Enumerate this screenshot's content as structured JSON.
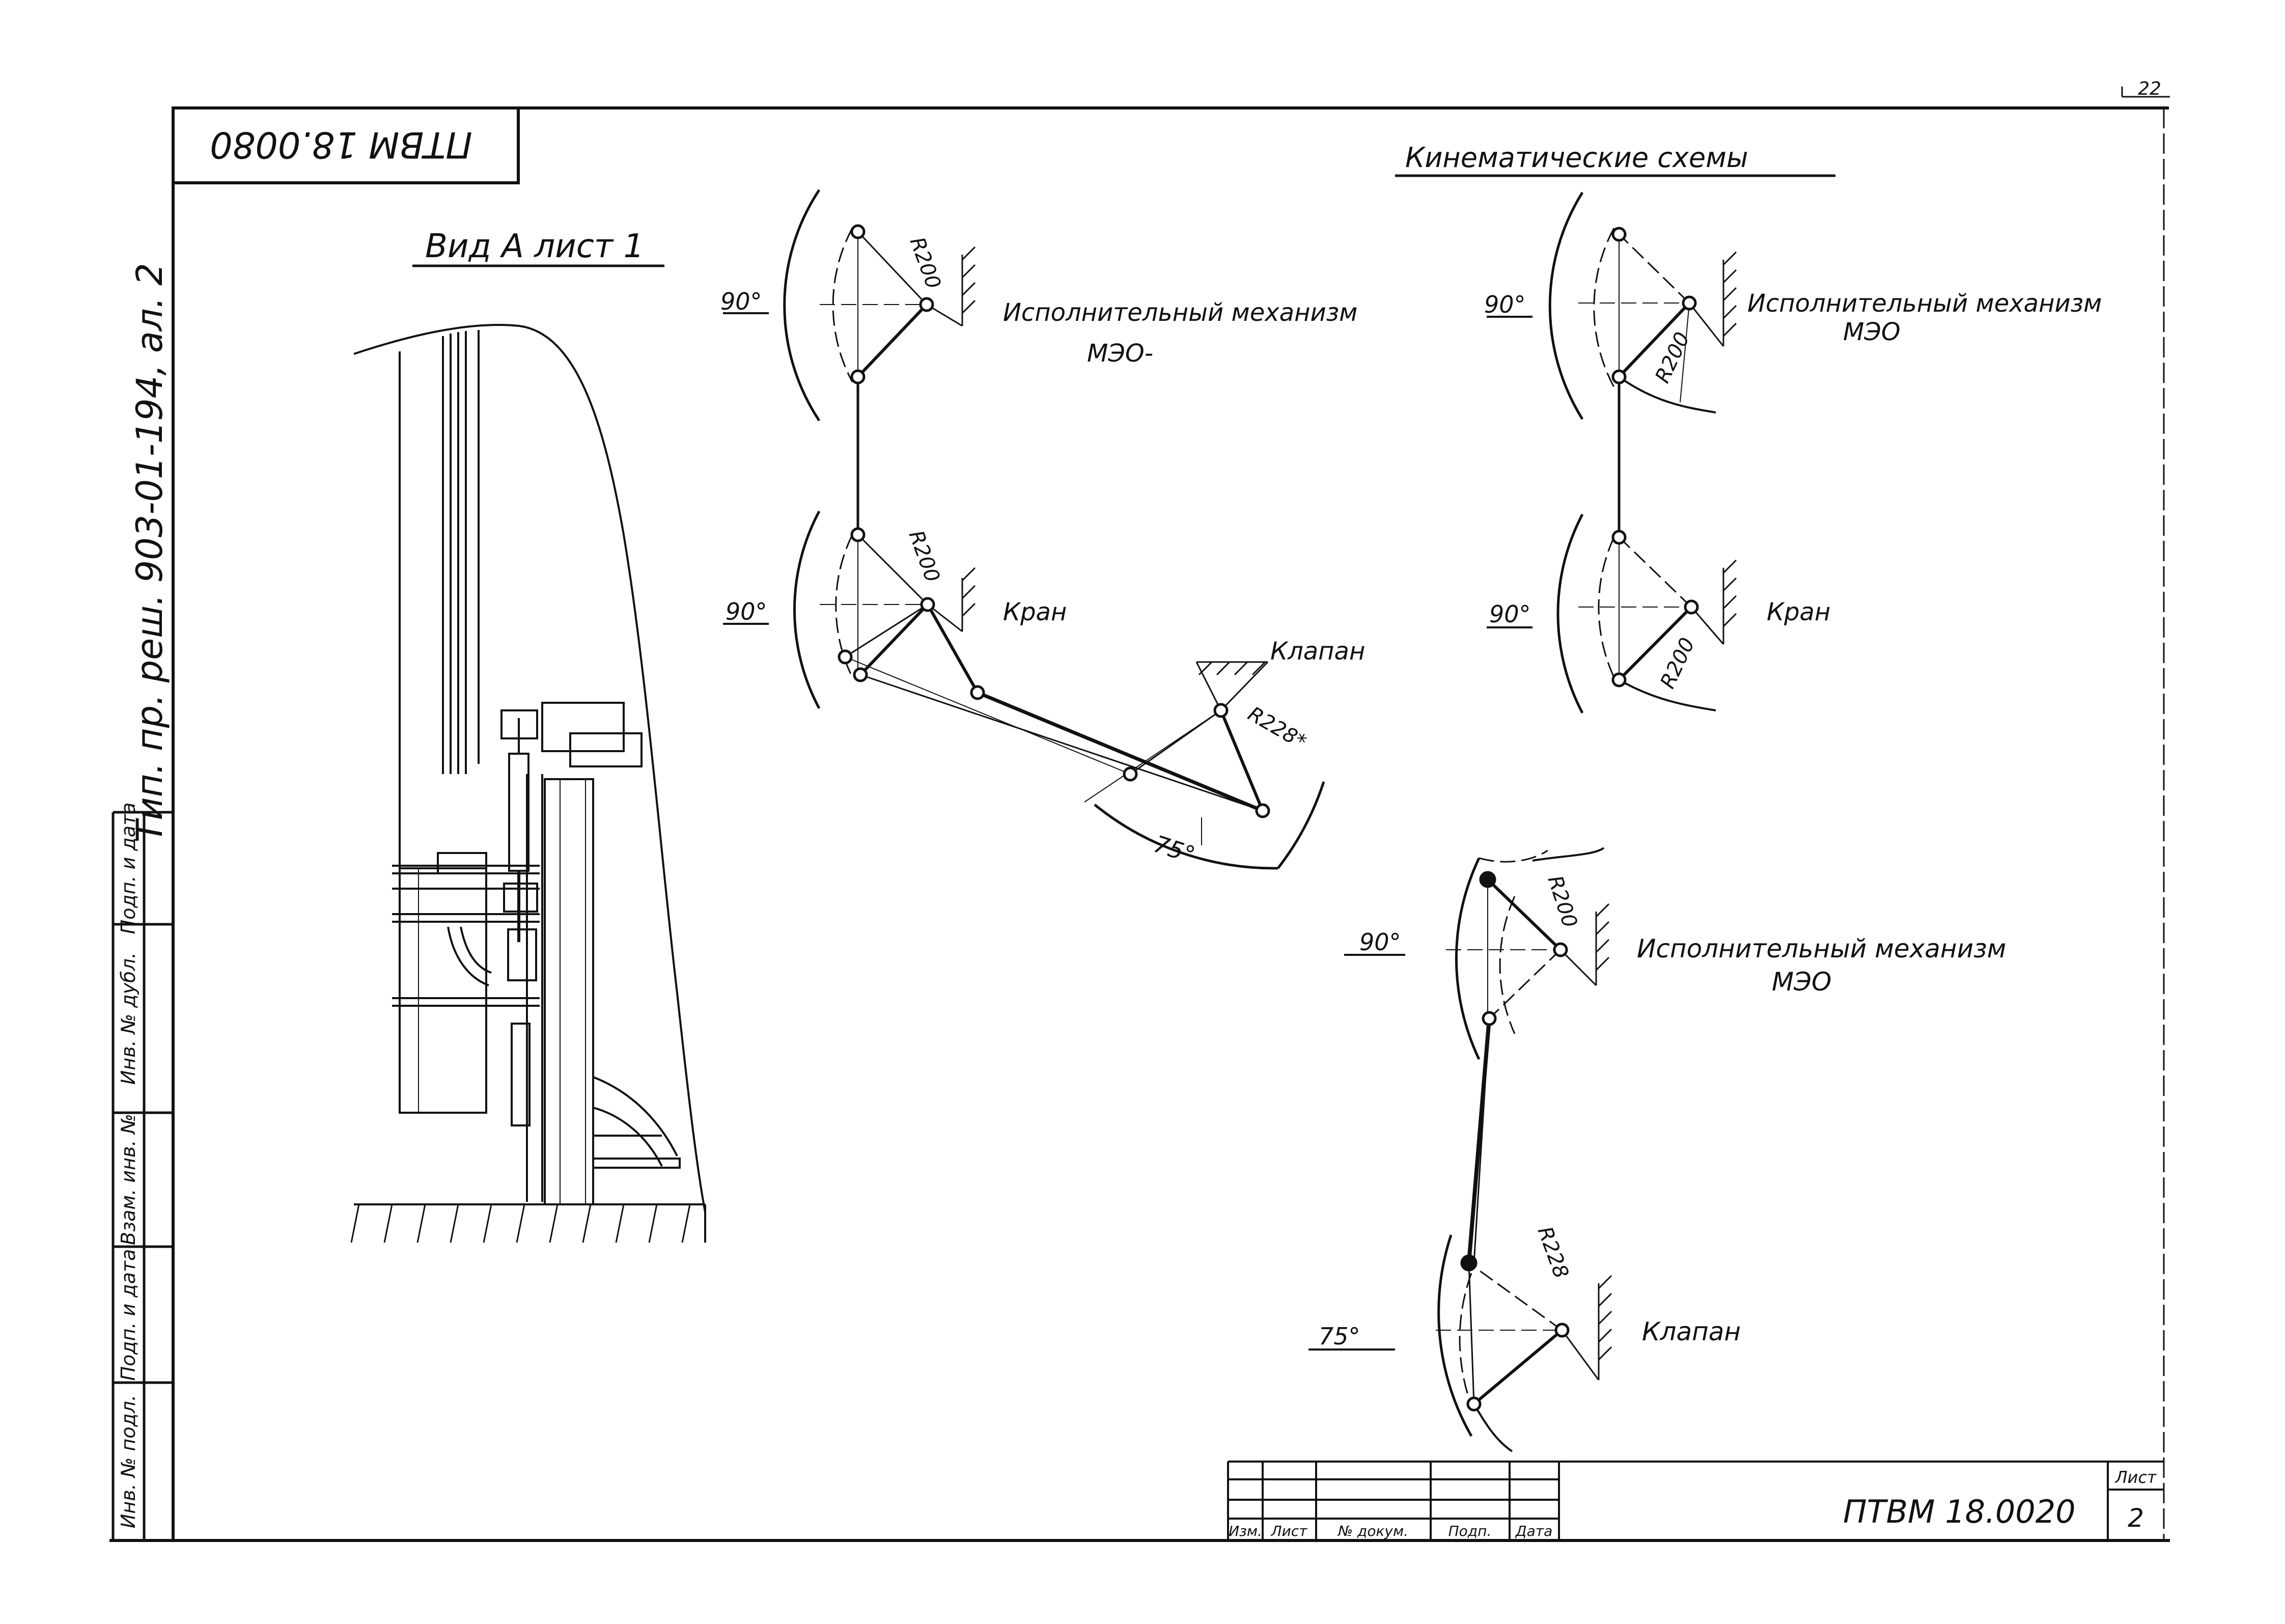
{
  "page_number": "22",
  "stamp": {
    "code": "ПТВМ 18.0080"
  },
  "side_label": {
    "text": "Тип. пр. реш. 903-01-194, ал. 2"
  },
  "left_strip": {
    "cells": [
      "Подп. и дата",
      "Инв. № дубл.",
      "Взам. инв. №",
      "Подп. и дата",
      "Инв. № подл."
    ]
  },
  "view_title": "Вид А лист 1",
  "scheme_title": "Кинематические схемы",
  "scheme1": {
    "actuator_label": "Исполнительный механизм",
    "actuator_model": "МЭО-",
    "crane_label": "Кран",
    "valve_label": "Клапан",
    "angle_top": "90°",
    "angle_mid": "90°",
    "angle_valve": "75°",
    "radius_top": "R200",
    "radius_mid": "R200",
    "radius_valve": "R228*"
  },
  "scheme2": {
    "actuator_label": "Исполнительный механизм",
    "actuator_model": "МЭО",
    "crane_label": "Кран",
    "angle_top": "90°",
    "angle_bottom": "90°",
    "radius_top": "R200",
    "radius_bottom": "R200"
  },
  "scheme3": {
    "actuator_label": "Исполнительный механизм",
    "actuator_model": "МЭО",
    "valve_label": "Клапан",
    "angle_top": "90°",
    "angle_bottom": "75°",
    "radius_top": "R200",
    "radius_bottom": "R228"
  },
  "title_block": {
    "headers": [
      "Изм.",
      "Лист",
      "№ докум.",
      "Подп.",
      "Дата"
    ],
    "document_code": "ПТВМ 18.0020",
    "sheet_label": "Лист",
    "sheet_number": "2"
  }
}
